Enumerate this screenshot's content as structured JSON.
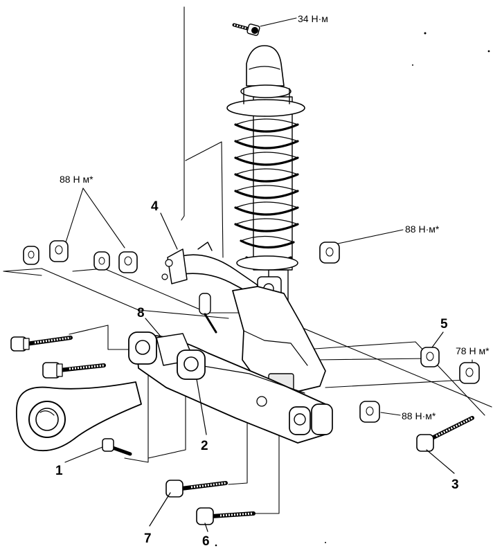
{
  "torques": {
    "top_mount": "34 Н·м",
    "upper_left": "88 Н м*",
    "right_upper": "88 Н·м*",
    "right_mid": "78 Н м*",
    "right_lower": "88 Н·м*"
  },
  "callouts": {
    "n1": "1",
    "n2": "2",
    "n3": "3",
    "n4": "4",
    "n5": "5",
    "n6": "6",
    "n7": "7",
    "n8": "8"
  }
}
